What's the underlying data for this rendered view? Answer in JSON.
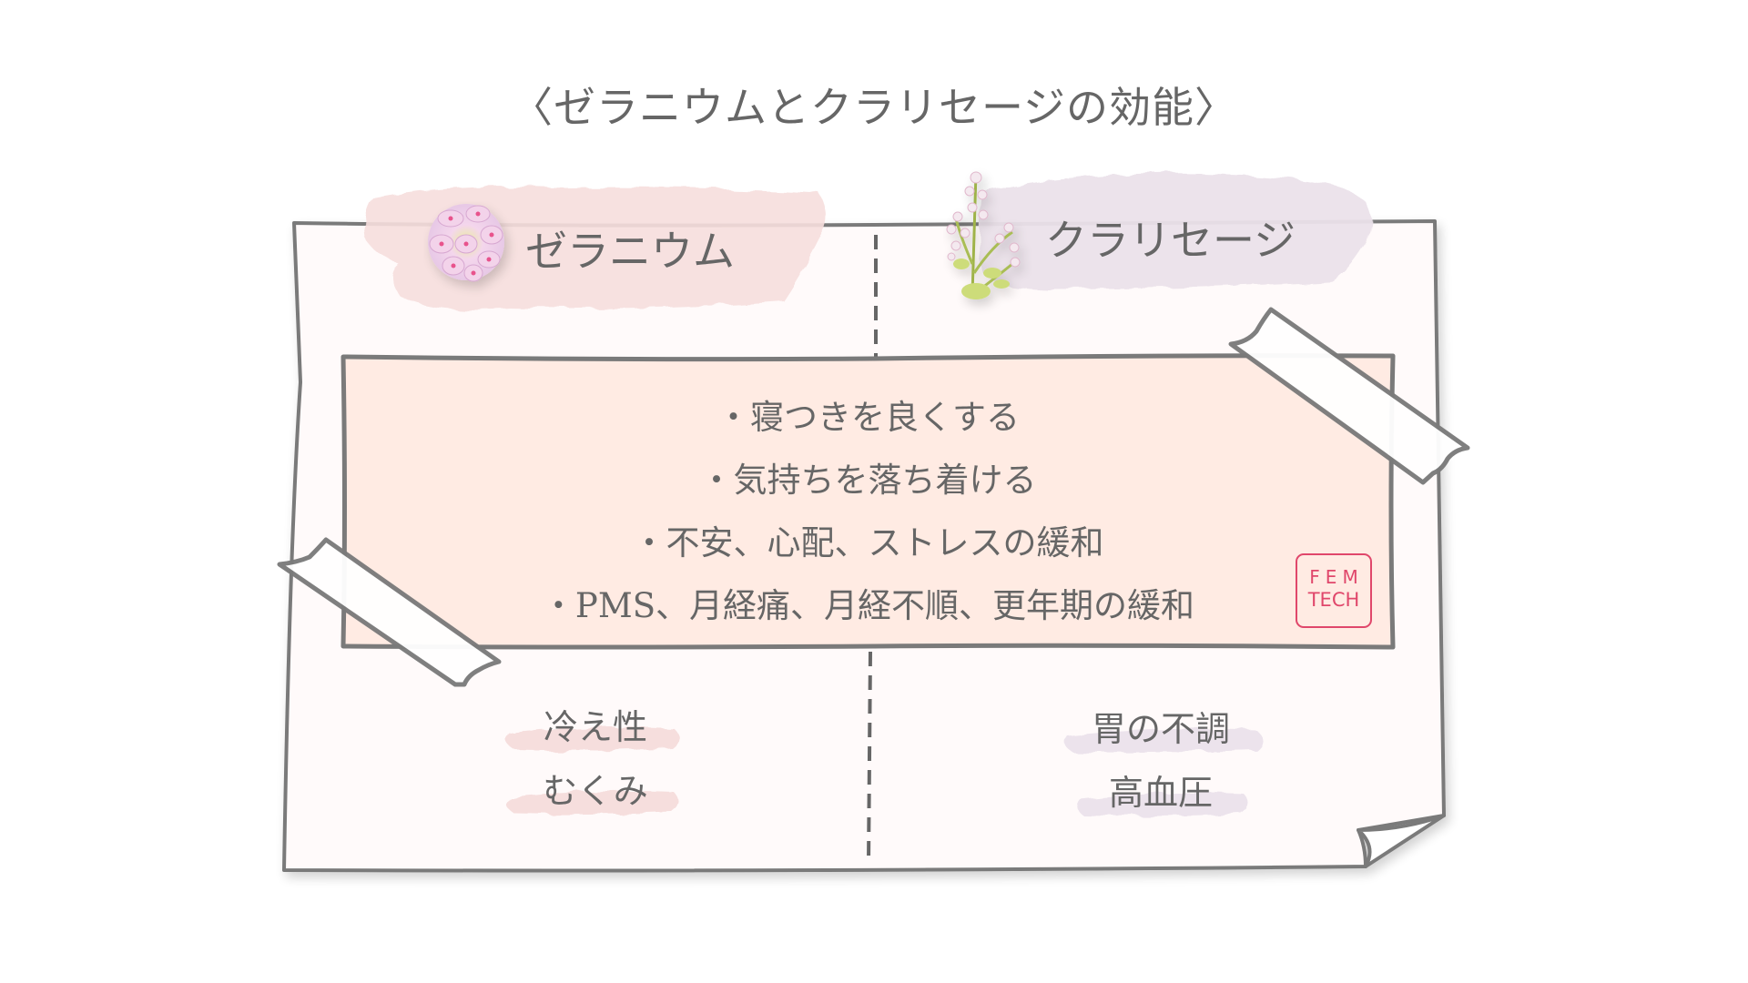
{
  "title": "〈ゼラニウムとクラリセージの効能〉",
  "colors": {
    "stroke": "#7a7a7a",
    "text": "#666666",
    "paper": "#fffafa",
    "box_fill": "#ffebe3",
    "left_label_wash": "#f7dede",
    "right_label_wash": "#ece3ec",
    "logo": "#e0476b"
  },
  "columns": {
    "left": {
      "name": "ゼラニウム",
      "icon": "geranium-flower-icon",
      "extra_benefits": [
        "冷え性",
        "むくみ"
      ]
    },
    "right": {
      "name": "クラリセージ",
      "icon": "clary-sage-sprig-icon",
      "extra_benefits": [
        "胃の不調",
        "高血圧"
      ]
    }
  },
  "shared_benefits": [
    "・寝つきを良くする",
    "・気持ちを落ち着ける",
    "・不安、心配、ストレスの緩和",
    "・PMS、月経痛、月経不順、更年期の緩和"
  ],
  "logo": {
    "line1": "FEM",
    "line2": "TECH"
  }
}
